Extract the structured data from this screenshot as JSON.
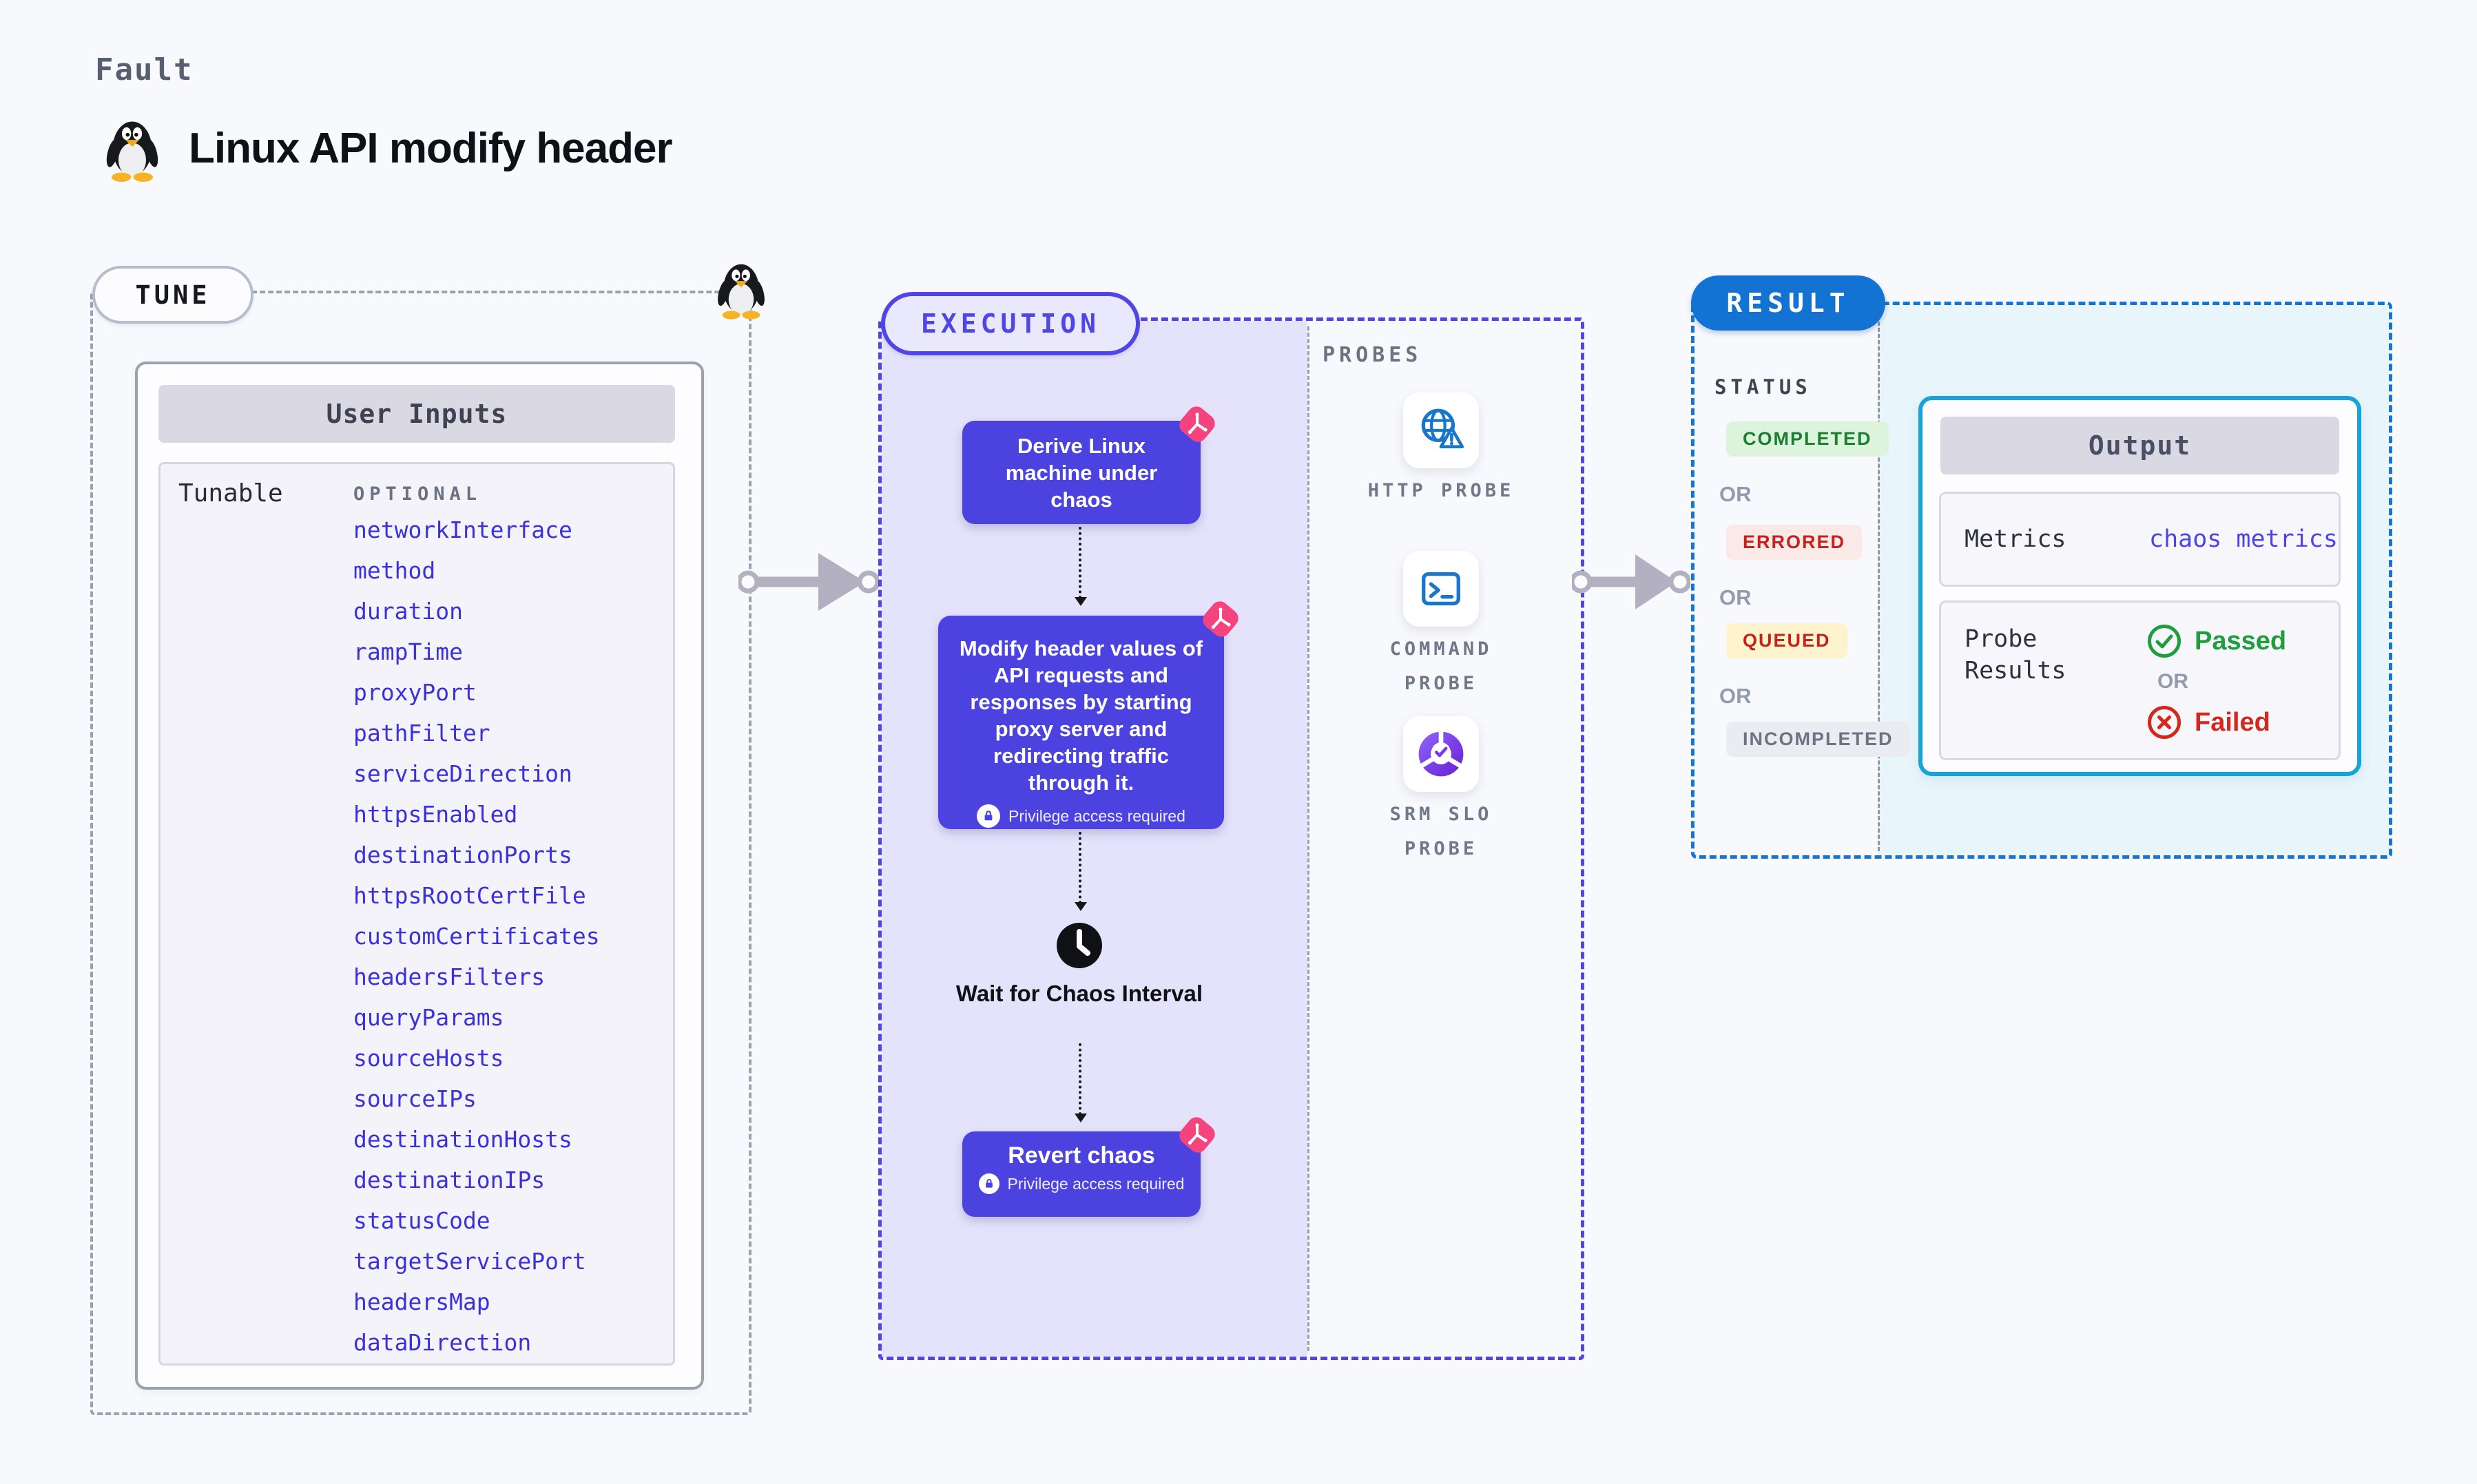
{
  "page": {
    "eyebrow": "Fault",
    "title": "Linux API modify header"
  },
  "tune": {
    "tag": "TUNE",
    "table_title": "User Inputs",
    "row_label": "Tunable",
    "column_label": "OPTIONAL",
    "tunables": [
      "networkInterface",
      "method",
      "duration",
      "rampTime",
      "proxyPort",
      "pathFilter",
      "serviceDirection",
      "httpsEnabled",
      "destinationPorts",
      "httpsRootCertFile",
      "customCertificates",
      "headersFilters",
      "queryParams",
      "sourceHosts",
      "sourceIPs",
      "destinationHosts",
      "destinationIPs",
      "statusCode",
      "targetServicePort",
      "headersMap",
      "dataDirection"
    ]
  },
  "execution": {
    "tag": "EXECUTION",
    "steps": {
      "derive": "Derive Linux machine under chaos",
      "inject": "Modify header values of API requests and responses by starting proxy server and redirecting traffic through it.",
      "wait": "Wait for Chaos Interval",
      "revert": "Revert chaos"
    },
    "privilege_label": "Privilege access required"
  },
  "probes": {
    "tag": "PROBES",
    "items": [
      {
        "label": "HTTP PROBE",
        "icon": "globe-warning-icon"
      },
      {
        "label": "COMMAND PROBE",
        "icon": "terminal-icon"
      },
      {
        "label": "SRM SLO PROBE",
        "icon": "slo-donut-icon"
      }
    ]
  },
  "result": {
    "tag": "RESULT",
    "status_label": "STATUS",
    "or_label": "OR",
    "statuses": [
      {
        "label": "COMPLETED",
        "bg": "#dcf3dc",
        "color": "#1b7e32"
      },
      {
        "label": "ERRORED",
        "bg": "#fbe9e8",
        "color": "#c5221f"
      },
      {
        "label": "QUEUED",
        "bg": "#fdf3cd",
        "color": "#c5221f"
      },
      {
        "label": "INCOMPLETED",
        "bg": "#ebebf2",
        "color": "#6d7380"
      }
    ],
    "output": {
      "title": "Output",
      "metrics_label": "Metrics",
      "metrics_value": "chaos metrics",
      "probe_results_label": "Probe Results",
      "passed_label": "Passed",
      "failed_label": "Failed"
    }
  },
  "colors": {
    "accent_indigo": "#4f46e5",
    "node_indigo": "#4b42e0",
    "execution_fill": "#e5e3fb",
    "result_blue": "#1273d3",
    "output_border": "#17a2d8",
    "output_area_fill": "#e8f6fb",
    "tunable_link": "#3c31d9",
    "probe_icon_blue": "#1877cc",
    "pink_badge": "#f5437e",
    "passed_green": "#1f9e40",
    "failed_red": "#d3281c",
    "arrow_gray": "#b2b0c1"
  }
}
